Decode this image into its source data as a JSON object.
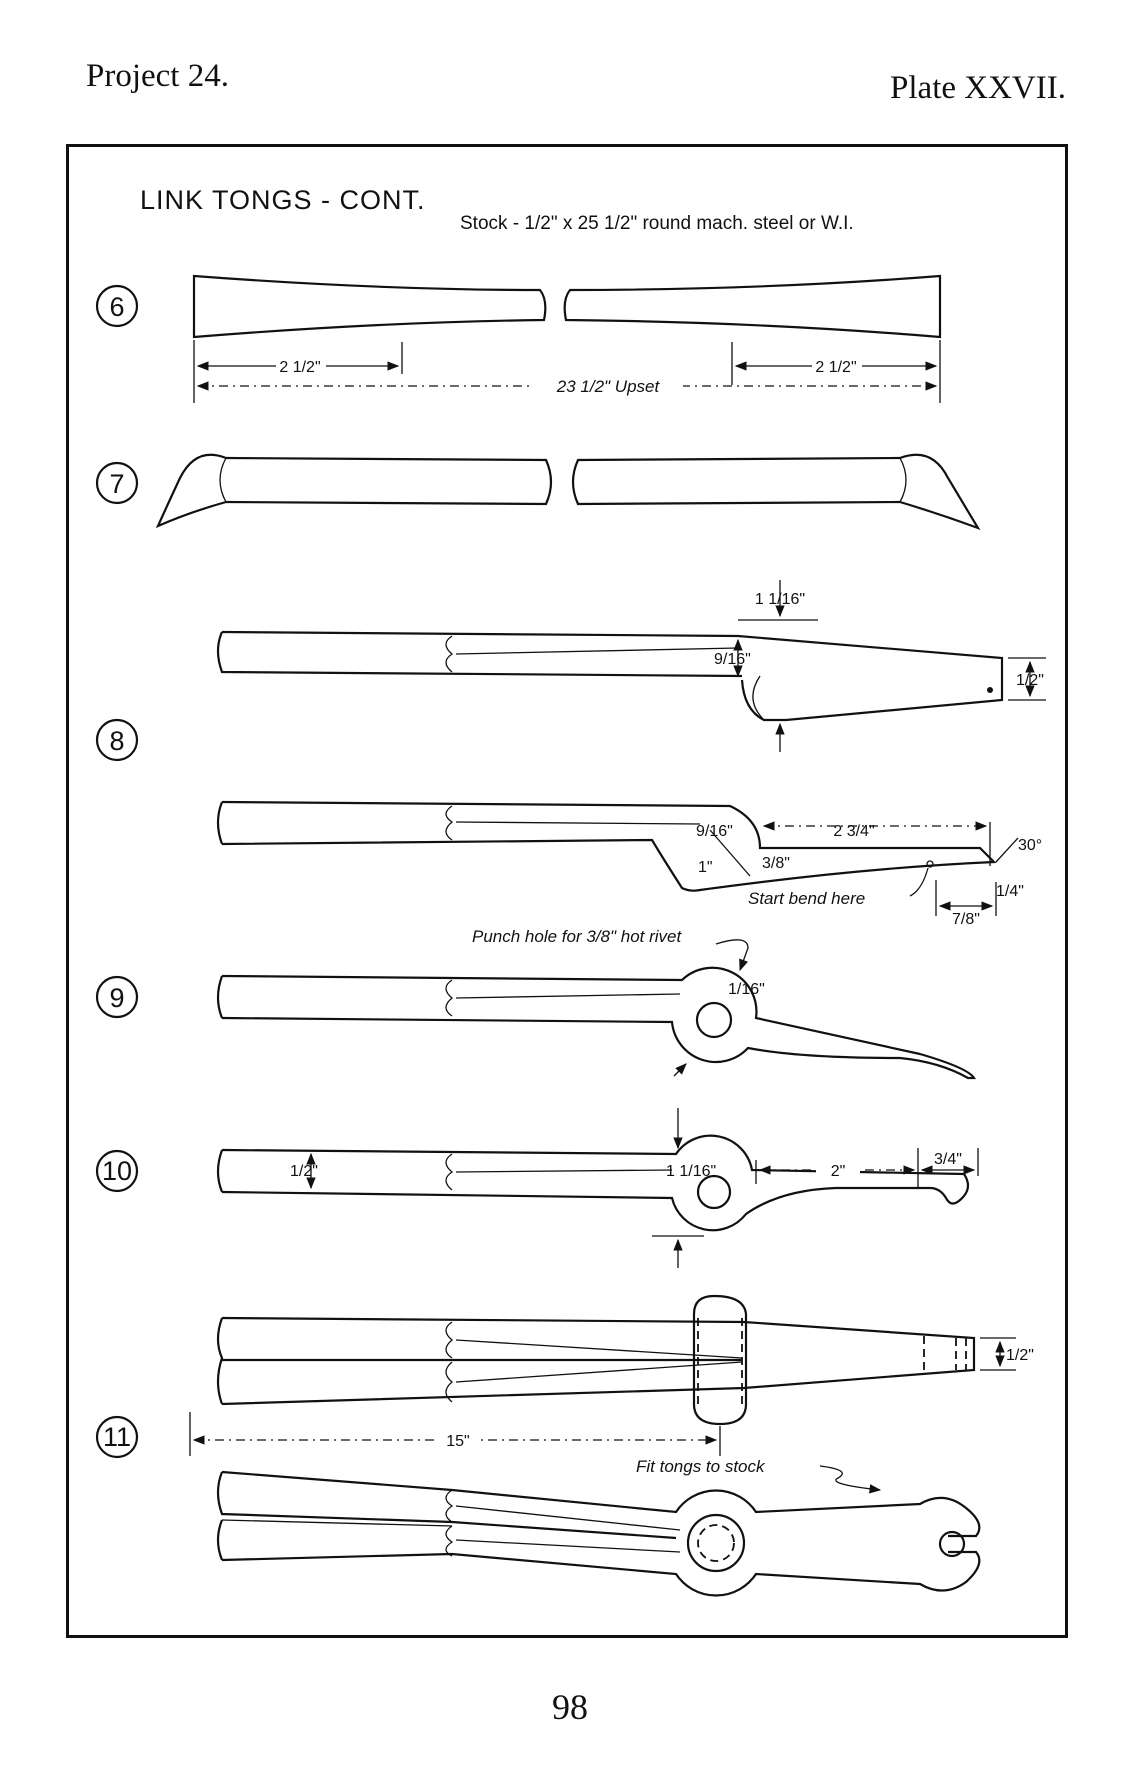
{
  "header": {
    "project": "Project 24.",
    "plate": "Plate XXVII."
  },
  "page_number": "98",
  "title": {
    "main": "LINK TONGS - CONT.",
    "stock": "Stock - 1/2\" x 25 1/2\" round mach. steel or W.I."
  },
  "steps": [
    {
      "number": "6",
      "dims": [
        "2 1/2\"",
        "23 1/2\" Upset",
        "2 1/2\""
      ]
    },
    {
      "number": "7"
    },
    {
      "number": "8",
      "dims": [
        "1 1/16\"",
        "9/16\"",
        "1/2\"",
        "9/16\"",
        "1\"",
        "3/8\"",
        "2 3/4\"",
        "30°",
        "1/4\"",
        "7/8\""
      ],
      "notes": [
        "Start bend here"
      ]
    },
    {
      "number": "9",
      "dims": [
        "1/16\""
      ],
      "notes": [
        "Punch hole for 3/8\" hot rivet"
      ]
    },
    {
      "number": "10",
      "dims": [
        "1/2\"",
        "1 1/16\"",
        "2\"",
        "3/4\""
      ]
    },
    {
      "number": "11",
      "dims": [
        "1/2\"",
        "15\""
      ],
      "notes": [
        "Fit tongs to stock"
      ]
    }
  ]
}
